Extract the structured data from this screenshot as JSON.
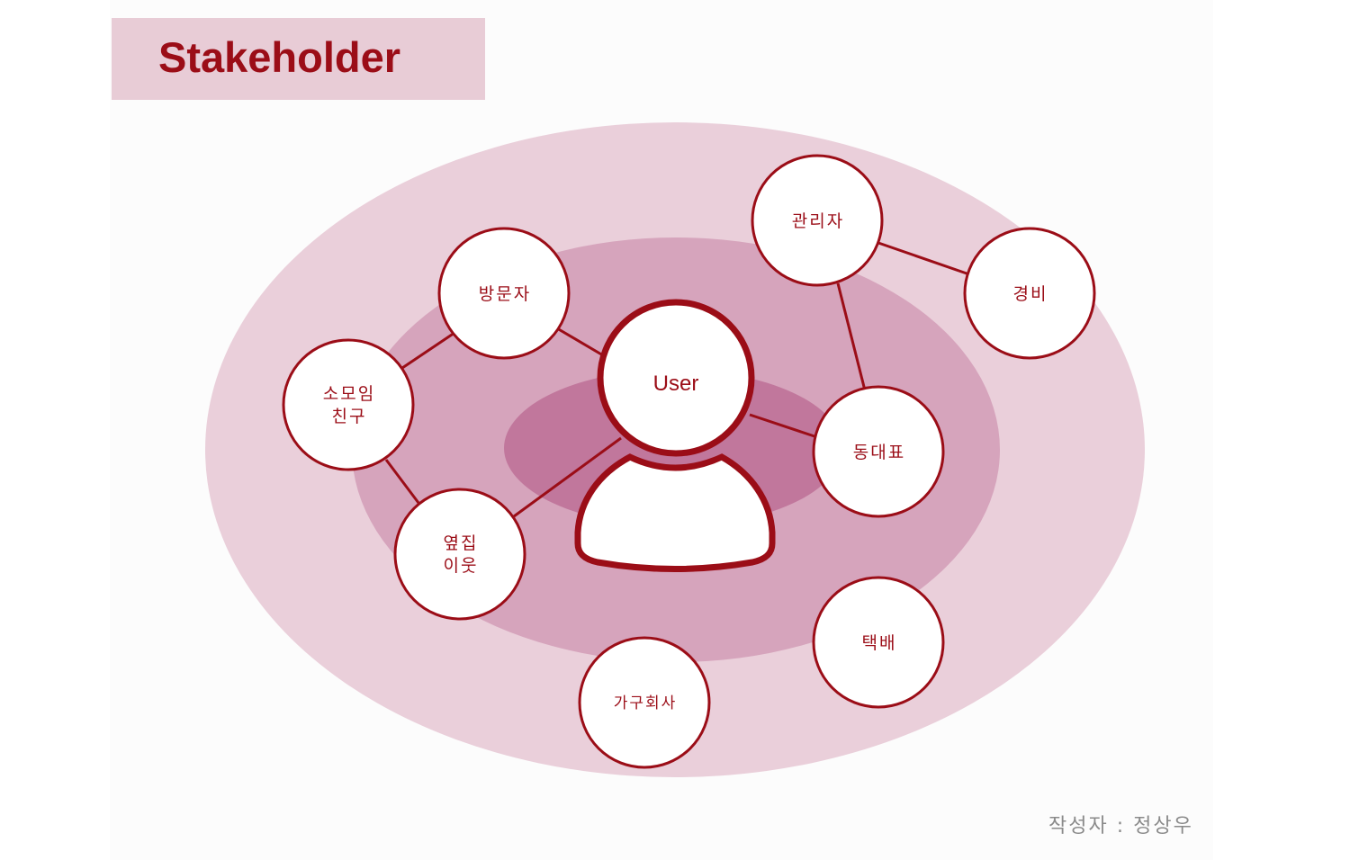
{
  "title": "Stakeholder",
  "author": "작성자 : 정상우",
  "colors": {
    "brand": "#9b0d17",
    "outer_ring": "#eacfda",
    "middle_ring": "#d6a4bc",
    "inner_ring": "#c1779c",
    "title_bg": "#e8ccd6",
    "node_fill": "#ffffff"
  },
  "center": {
    "label": "User",
    "icon": "user-icon"
  },
  "nodes": {
    "visitor": {
      "lines": [
        "방문자"
      ]
    },
    "group_friend": {
      "lines": [
        "소모임",
        "친구"
      ]
    },
    "neighbor": {
      "lines": [
        "옆집",
        "이웃"
      ]
    },
    "manager": {
      "lines": [
        "관리자"
      ]
    },
    "guard": {
      "lines": [
        "경비"
      ]
    },
    "rep": {
      "lines": [
        "동대표"
      ]
    },
    "delivery": {
      "lines": [
        "택배"
      ]
    },
    "furniture": {
      "lines": [
        "가구회사"
      ]
    }
  },
  "connections": [
    [
      "user",
      "visitor"
    ],
    [
      "user",
      "neighbor"
    ],
    [
      "user",
      "rep"
    ],
    [
      "visitor",
      "group_friend"
    ],
    [
      "group_friend",
      "neighbor"
    ],
    [
      "manager",
      "guard"
    ],
    [
      "manager",
      "rep"
    ]
  ]
}
